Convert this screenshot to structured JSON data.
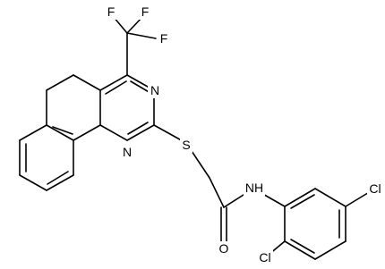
{
  "molecule": {
    "atoms": {
      "f1": "F",
      "f2": "F",
      "f3": "F",
      "n3": "N",
      "n1": "N",
      "s": "S",
      "nh": "NH",
      "o": "O",
      "cl1": "Cl",
      "cl2": "Cl"
    }
  },
  "colors": {
    "bond": "#000000",
    "label": "#000000",
    "background": "#ffffff"
  }
}
